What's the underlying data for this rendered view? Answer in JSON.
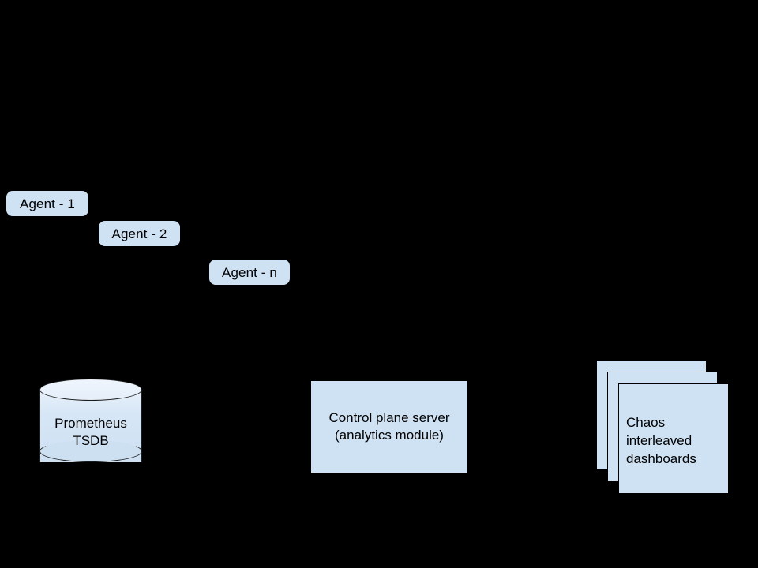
{
  "diagram": {
    "background_color": "#000000",
    "node_fill_color": "#cfe2f3",
    "node_stroke_color": "#000000",
    "text_color": "#000000",
    "agents": [
      {
        "label": "Agent - 1"
      },
      {
        "label": "Agent - 2"
      },
      {
        "label": "Agent - n"
      }
    ],
    "datastore": {
      "shape": "cylinder",
      "line1": "Prometheus",
      "line2": "TSDB"
    },
    "control_plane": {
      "shape": "rectangle",
      "line1": "Control plane server",
      "line2": "(analytics module)"
    },
    "dashboards": {
      "shape": "stacked-cards",
      "card_count": 3,
      "label": "Chaos\ninterleaved\ndashboards"
    },
    "connectors": [
      {
        "name": "to-dashboards",
        "marker": "arrowhead-right"
      }
    ]
  }
}
